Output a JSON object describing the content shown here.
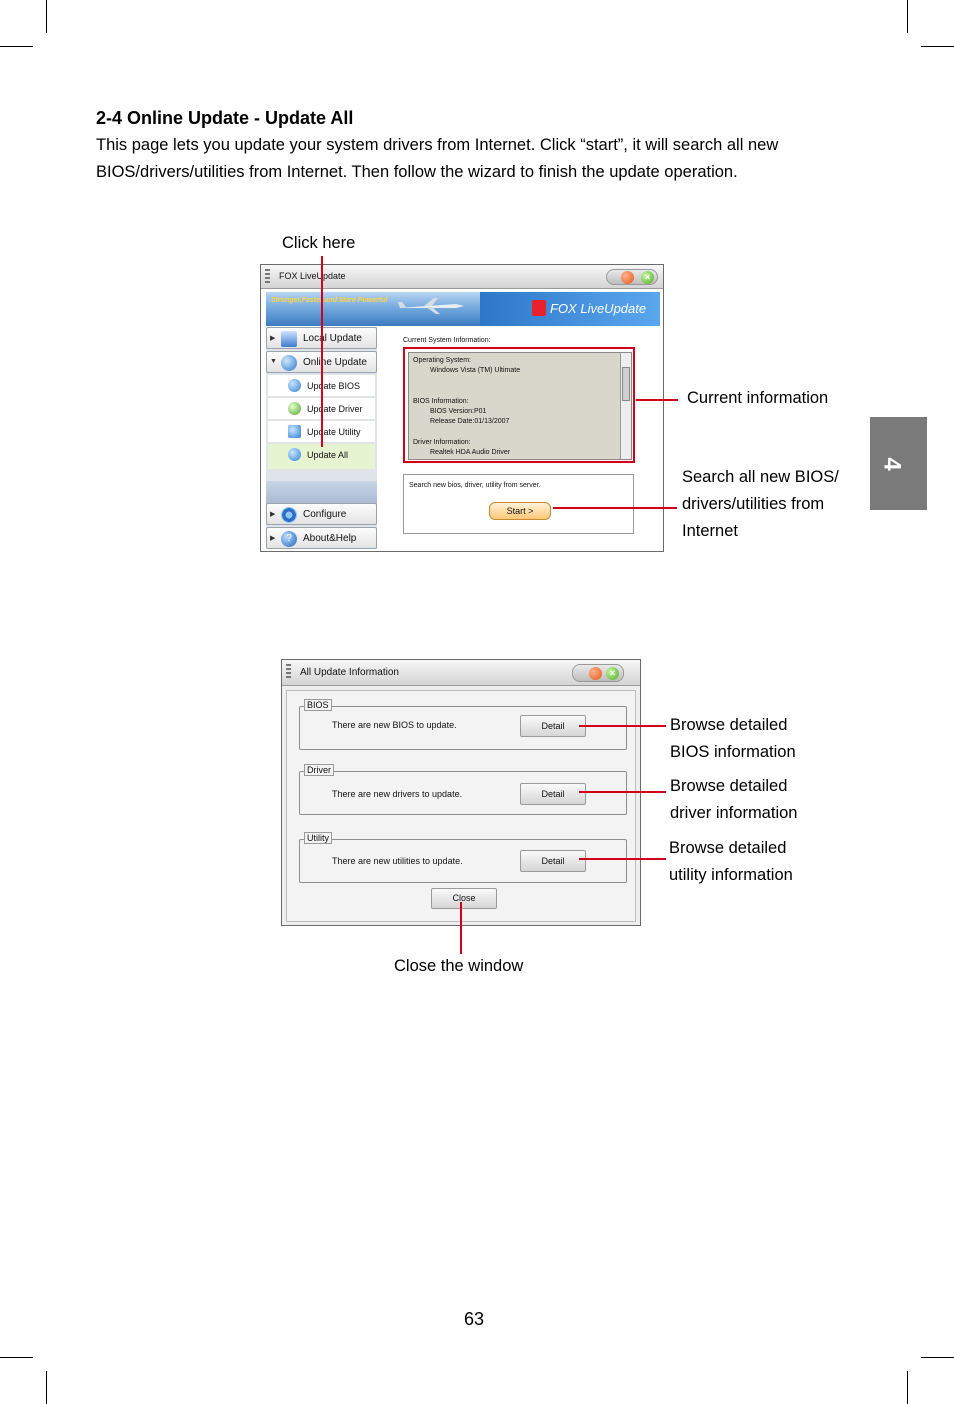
{
  "heading": "2-4 Online Update - Update All",
  "paragraph": {
    "line1": "This page lets you update your system drivers from Internet. Click “start”, it will search all new",
    "line2": "BIOS/drivers/utilities from Internet. Then follow the wizard to finish the update operation."
  },
  "chapter_tab": "4",
  "page_number": "63",
  "colors": {
    "callout_line": "#d0021b",
    "chapter_tab": "#7a7a7a"
  },
  "window1": {
    "title": "FOX LiveUpdate",
    "slogan": "Stronger,Faster and More Powerful",
    "brand": "FOX LiveUpdate",
    "nav": {
      "local_update": "Local Update",
      "online_update": "Online Update",
      "update_bios": "Update BIOS",
      "update_driver": "Update Driver",
      "update_utility": "Update Utility",
      "update_all": "Update All",
      "configure": "Configure",
      "about_help": "About&Help"
    },
    "panel_title": "Current System Information:",
    "info": {
      "os_label": "Operating System:",
      "os_value": "Windows Vista (TM) Ultimate",
      "bios_label": "BIOS Information:",
      "bios_version": "BIOS Version:P01",
      "bios_date": "Release Date:01/13/2007",
      "driver_label": "Driver Information:",
      "driver_value": "Realtek HDA Audio Driver"
    },
    "search_text": "Search new bios, driver, utility from server.",
    "start_label": "Start"
  },
  "window2": {
    "title": "All Update Information",
    "groups": [
      {
        "label": "BIOS",
        "text": "There are new BIOS to update.",
        "button": "Detail"
      },
      {
        "label": "Driver",
        "text": "There are new drivers to update.",
        "button": "Detail"
      },
      {
        "label": "Utility",
        "text": "There are new utilities to update.",
        "button": "Detail"
      }
    ],
    "close_label": "Close"
  },
  "callouts": {
    "click_here": "Click here",
    "current_information": "Current information",
    "search_all": [
      "Search all new BIOS/",
      "drivers/utilities from",
      "Internet"
    ],
    "browse_bios": [
      "Browse detailed",
      "BIOS information"
    ],
    "browse_driver": [
      "Browse detailed",
      "driver information"
    ],
    "browse_utility": [
      "Browse detailed",
      "utility information"
    ],
    "close_window": "Close the window"
  }
}
